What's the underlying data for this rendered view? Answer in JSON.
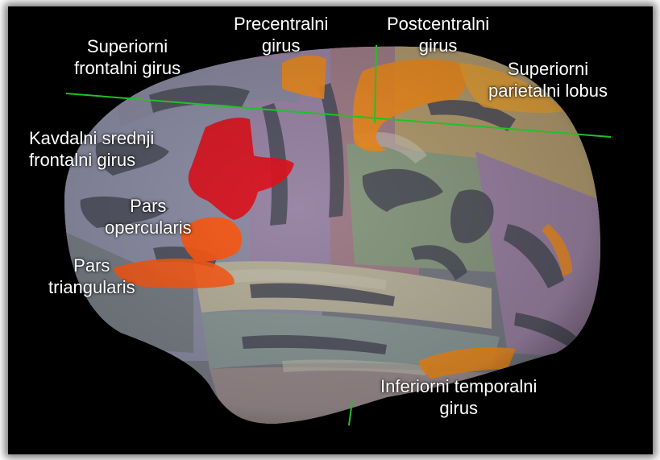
{
  "figure": {
    "labels": {
      "superior_frontal": [
        "Superiorni",
        "frontalni girus"
      ],
      "precentral": [
        "Precentralni",
        "girus"
      ],
      "postcentral": [
        "Postcentralni",
        "girus"
      ],
      "superior_parietal": [
        "Superiorni",
        "parietalni  lobus"
      ],
      "caudal_middle_frontal": [
        "Kavdalni srednji",
        "frontalni girus"
      ],
      "pars_opercularis": [
        "Pars",
        "opercularis"
      ],
      "pars_triangularis": [
        "Pars",
        "triangularis"
      ],
      "inferior_temporal": [
        "Inferiorni temporalni",
        "girus"
      ]
    },
    "colors": {
      "background": "#000000",
      "highlight_red": "#e0141e",
      "highlight_orange": "#ff5a14",
      "highlight_amber": "#f08c1e",
      "guide_line": "#22c02a"
    }
  }
}
